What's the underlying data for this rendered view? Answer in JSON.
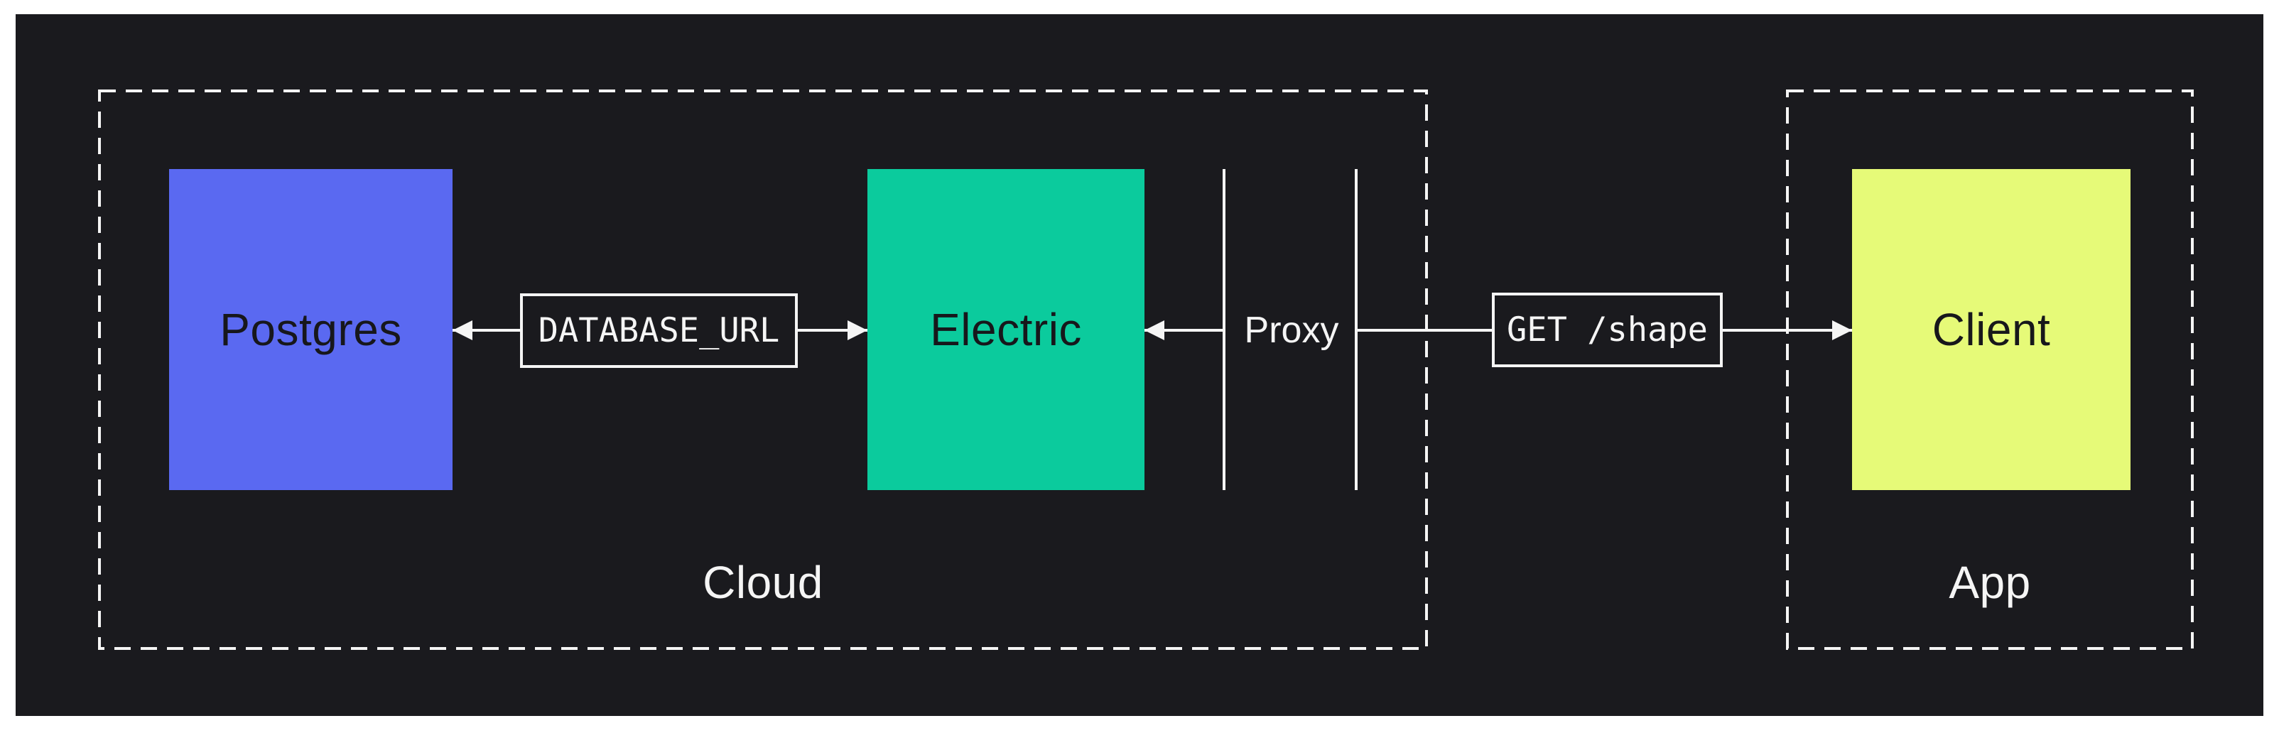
{
  "diagram": {
    "regions": [
      {
        "id": "cloud",
        "label": "Cloud"
      },
      {
        "id": "app",
        "label": "App"
      }
    ],
    "nodes": [
      {
        "id": "postgres",
        "label": "Postgres",
        "fill": "#5a69f1"
      },
      {
        "id": "electric",
        "label": "Electric",
        "fill": "#0bcb9d"
      },
      {
        "id": "client",
        "label": "Client",
        "fill": "#e6fa78"
      }
    ],
    "connector_labels": [
      {
        "id": "database-url",
        "label": "DATABASE_URL",
        "style": "mono-boxed"
      },
      {
        "id": "proxy",
        "label": "Proxy",
        "style": "sans"
      },
      {
        "id": "get-shape",
        "label": "GET /shape",
        "style": "mono-boxed"
      }
    ],
    "colors": {
      "page_background": "#ffffff",
      "canvas_background": "#1a1a1e",
      "line": "#f5f5f5",
      "node_text": "#17171b",
      "region_border": "#f5f5f5"
    }
  }
}
